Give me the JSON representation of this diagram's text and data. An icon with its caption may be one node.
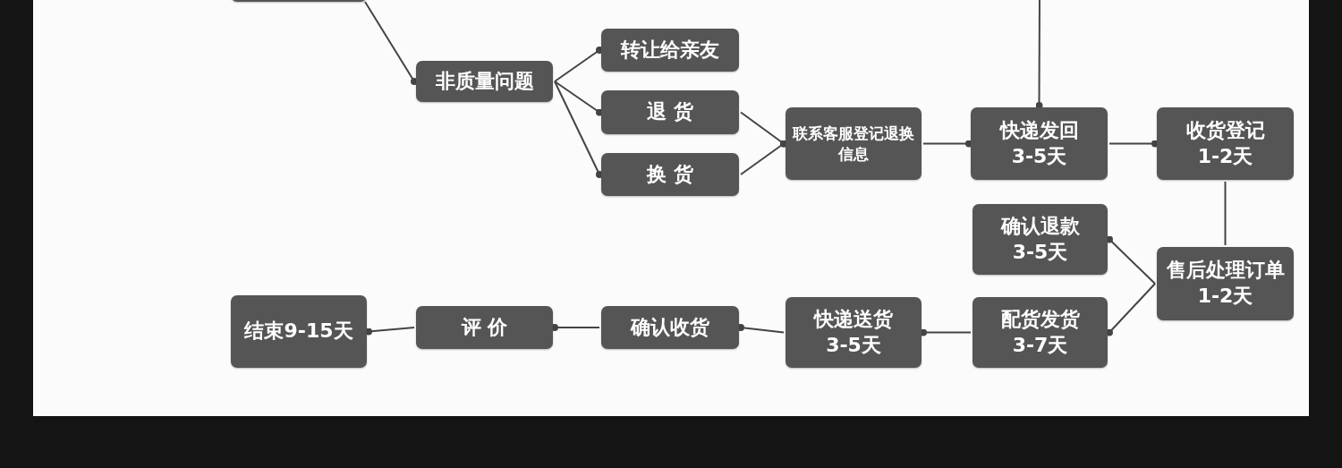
{
  "diagram": {
    "nodes": [
      {
        "text": [],
        "shape": "box"
      },
      {
        "text": [
          "非质量问题"
        ]
      },
      {
        "text": [
          "转让给亲友"
        ]
      },
      {
        "text": [
          "退 货"
        ]
      },
      {
        "text": [
          "换 货"
        ]
      },
      {
        "text": [
          "联系客服登记退换信息"
        ]
      },
      {
        "text": [
          "快递发回",
          "3-5天"
        ]
      },
      {
        "text": [
          "收货登记",
          "1-2天"
        ]
      },
      {
        "text": [
          "确认退款",
          "3-5天"
        ]
      },
      {
        "text": [
          "售后处理订单1-2天"
        ]
      },
      {
        "text": [
          "配货发货",
          "3-7天"
        ]
      },
      {
        "text": [
          "快递送货",
          "3-5天"
        ]
      },
      {
        "text": [
          "确认收货"
        ]
      },
      {
        "text": [
          "评 价"
        ]
      },
      {
        "text": [
          "结束9-15天"
        ]
      }
    ],
    "edges": [
      {
        "from": 0,
        "to": 1,
        "arrow": "other"
      },
      {
        "from": 1,
        "to": 2,
        "arrow": "other"
      },
      {
        "from": 1,
        "to": 3,
        "arrow": "other"
      },
      {
        "from": 1,
        "to": 4,
        "arrow": "other"
      },
      {
        "from": 3,
        "to": 5,
        "arrow": "other"
      },
      {
        "from": 4,
        "to": 5,
        "arrow": "other"
      },
      {
        "from": 5,
        "to": 6,
        "arrow": "other"
      },
      {
        "from": null,
        "to": 6,
        "arrow": "other"
      },
      {
        "from": 6,
        "to": 7,
        "arrow": "other"
      },
      {
        "from": 7,
        "to": 9,
        "arrow": "none"
      },
      {
        "from": 9,
        "to": 8,
        "arrow": "other"
      },
      {
        "from": 9,
        "to": 10,
        "arrow": "other"
      },
      {
        "from": 10,
        "to": 11,
        "arrow": "other"
      },
      {
        "from": 11,
        "to": 12,
        "arrow": "other"
      },
      {
        "from": 12,
        "to": 13,
        "arrow": "other"
      },
      {
        "from": 13,
        "to": 14,
        "arrow": "other"
      }
    ]
  }
}
